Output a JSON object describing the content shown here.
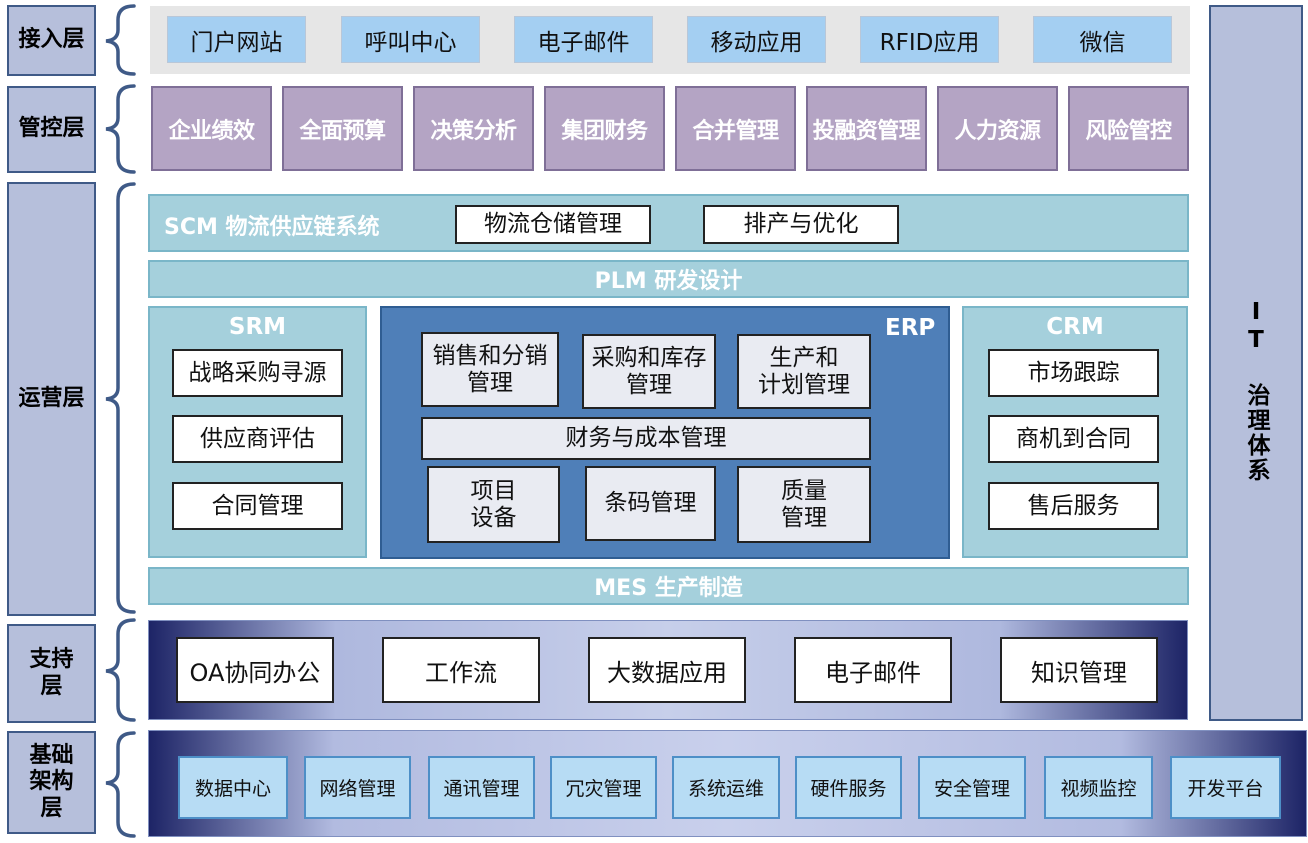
{
  "layers": {
    "access": "接入层",
    "control": "管控层",
    "operation": "运营层",
    "support": "支持\n层",
    "infrastructure": "基础\n架构\n层"
  },
  "access_items": [
    "门户网站",
    "呼叫中心",
    "电子邮件",
    "移动应用",
    "RFID应用",
    "微信"
  ],
  "control_items": [
    "企业绩效",
    "全面预算",
    "决策分析",
    "集团财务",
    "合并管理",
    "投融资管理",
    "人力资源",
    "风险管控"
  ],
  "operation": {
    "scm": {
      "title": "SCM 物流供应链系统",
      "items": [
        "物流仓储管理",
        "排产与优化"
      ]
    },
    "plm": "PLM 研发设计",
    "srm": {
      "title": "SRM",
      "items": [
        "战略采购寻源",
        "供应商评估",
        "合同管理"
      ]
    },
    "erp": {
      "title": "ERP",
      "items": [
        "销售和分销\n管理",
        "采购和库存\n管理",
        "生产和\n计划管理",
        "财务与成本管理",
        "项目\n设备",
        "条码管理",
        "质量\n管理"
      ]
    },
    "crm": {
      "title": "CRM",
      "items": [
        "市场跟踪",
        "商机到合同",
        "售后服务"
      ]
    },
    "mes": "MES 生产制造"
  },
  "support_items": [
    "OA协同办公",
    "工作流",
    "大数据应用",
    "电子邮件",
    "知识管理"
  ],
  "infra_items": [
    "数据中心",
    "网络管理",
    "通讯管理",
    "冗灾管理",
    "系统运维",
    "硬件服务",
    "安全管理",
    "视频监控",
    "开发平台"
  ],
  "it_governance": "IT 治理体系",
  "colors": {
    "label_bg": "#b6bfdb",
    "access_item": "#a4cff2",
    "control_item": "#b4a4c4",
    "operation_band": "#a5d0dc",
    "erp_panel": "#4f7fb8",
    "support_gradient_dark": "#1d2466",
    "infra_item": "#b7dcf4"
  }
}
